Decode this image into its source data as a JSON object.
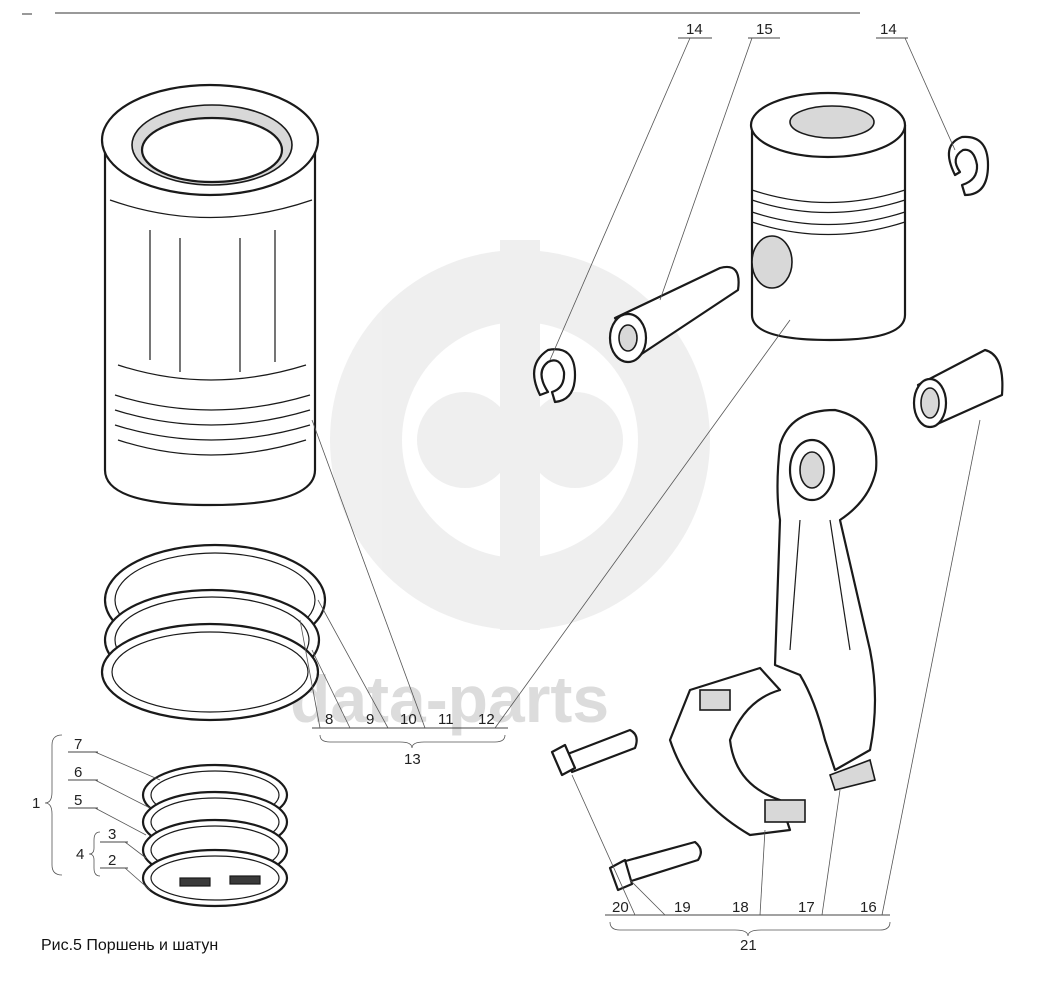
{
  "caption": "Рис.5 Поршень и шатун",
  "watermark": "data-parts",
  "callouts": {
    "c14a": "14",
    "c15": "15",
    "c14b": "14",
    "c8": "8",
    "c9": "9",
    "c10": "10",
    "c11": "11",
    "c12": "12",
    "c13": "13",
    "c7": "7",
    "c6": "6",
    "c5": "5",
    "c3": "3",
    "c2": "2",
    "c1": "1",
    "c4": "4",
    "c20": "20",
    "c19": "19",
    "c18": "18",
    "c17": "17",
    "c16": "16",
    "c21": "21"
  },
  "colors": {
    "ink": "#1a1a1a",
    "watermark": "#dcdcdc"
  }
}
